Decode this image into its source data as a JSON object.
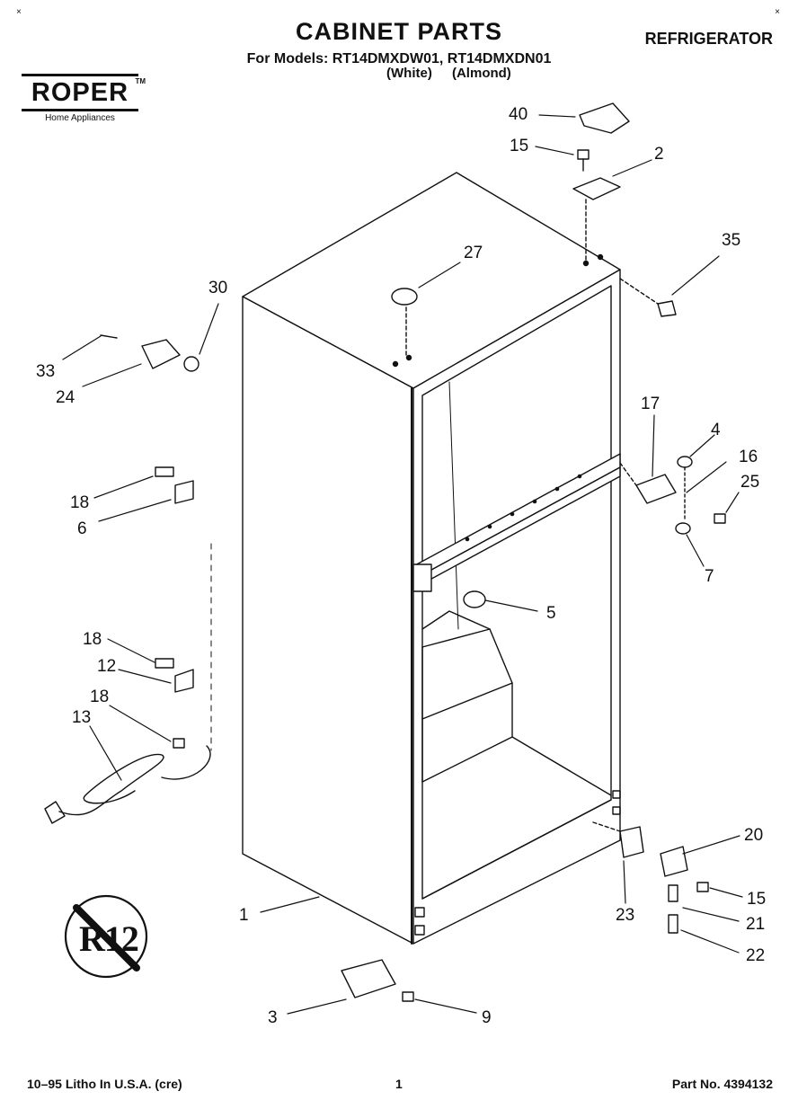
{
  "header": {
    "title": "CABINET PARTS",
    "models_line": "For Models: RT14DMXDW01, RT14DMXDN01",
    "model_colors": "(White) (Almond)",
    "product": "REFRIGERATOR",
    "brand": {
      "name": "ROPER",
      "trademark": "TM",
      "tagline": "Home Appliances"
    }
  },
  "footer": {
    "litho": "10–95 Litho In U.S.A. (cre)",
    "page": "1",
    "part_number": "Part No. 4394132"
  },
  "badge": {
    "text": "R12"
  },
  "callouts": [
    {
      "id": "c40",
      "label": "40"
    },
    {
      "id": "c15a",
      "label": "15"
    },
    {
      "id": "c2",
      "label": "2"
    },
    {
      "id": "c35",
      "label": "35"
    },
    {
      "id": "c27",
      "label": "27"
    },
    {
      "id": "c30",
      "label": "30"
    },
    {
      "id": "c33",
      "label": "33"
    },
    {
      "id": "c24",
      "label": "24"
    },
    {
      "id": "c17",
      "label": "17"
    },
    {
      "id": "c4",
      "label": "4"
    },
    {
      "id": "c16",
      "label": "16"
    },
    {
      "id": "c25",
      "label": "25"
    },
    {
      "id": "c18a",
      "label": "18"
    },
    {
      "id": "c6",
      "label": "6"
    },
    {
      "id": "c7",
      "label": "7"
    },
    {
      "id": "c5",
      "label": "5"
    },
    {
      "id": "c18b",
      "label": "18"
    },
    {
      "id": "c12",
      "label": "12"
    },
    {
      "id": "c18c",
      "label": "18"
    },
    {
      "id": "c13",
      "label": "13"
    },
    {
      "id": "c20",
      "label": "20"
    },
    {
      "id": "c15b",
      "label": "15"
    },
    {
      "id": "c23",
      "label": "23"
    },
    {
      "id": "c1",
      "label": "1"
    },
    {
      "id": "c21",
      "label": "21"
    },
    {
      "id": "c22",
      "label": "22"
    },
    {
      "id": "c3",
      "label": "3"
    },
    {
      "id": "c9",
      "label": "9"
    }
  ]
}
